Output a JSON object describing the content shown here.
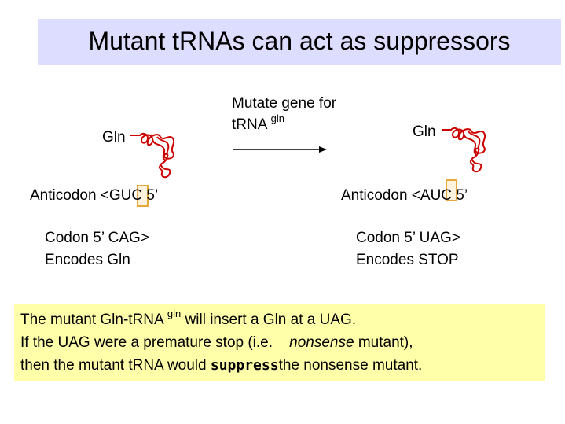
{
  "title": "Mutant tRNAs can act as suppressors",
  "arrow_label": {
    "line1": "Mutate gene for",
    "line2": "tRNA",
    "superscript": "gln"
  },
  "left": {
    "amino_label": "Gln",
    "anticodon_prefix": "Anticodon   <",
    "anticodon_highlight": "G",
    "anticodon_suffix": "UC 5’",
    "codon": "Codon    5’ CAG>",
    "encodes": "Encodes    Gln"
  },
  "right": {
    "amino_label": "Gln",
    "anticodon_prefix": "Anticodon   <",
    "anticodon_highlight": "A",
    "anticodon_suffix": "UC 5’",
    "codon": "Codon    5’ UAG>",
    "encodes": "Encodes   STOP"
  },
  "note": {
    "line1_a": "The mutant  Gln-tRNA",
    "line1_sup": "gln",
    "line1_b": " will insert a  Gln  at a UAG.",
    "line2_a": "If the UAG were a premature stop (i.e.",
    "line2_italic": "nonsense",
    "line2_b": " mutant),",
    "line3_a": "then the mutant  tRNA would ",
    "line3_bold": "suppress",
    "line3_b": "the nonsense mutant."
  },
  "colors": {
    "title_bg": "#ddddff",
    "trna_stroke": "#cc0000",
    "highlight_border": "#e8a93b",
    "note_bg": "#ffffaa"
  }
}
